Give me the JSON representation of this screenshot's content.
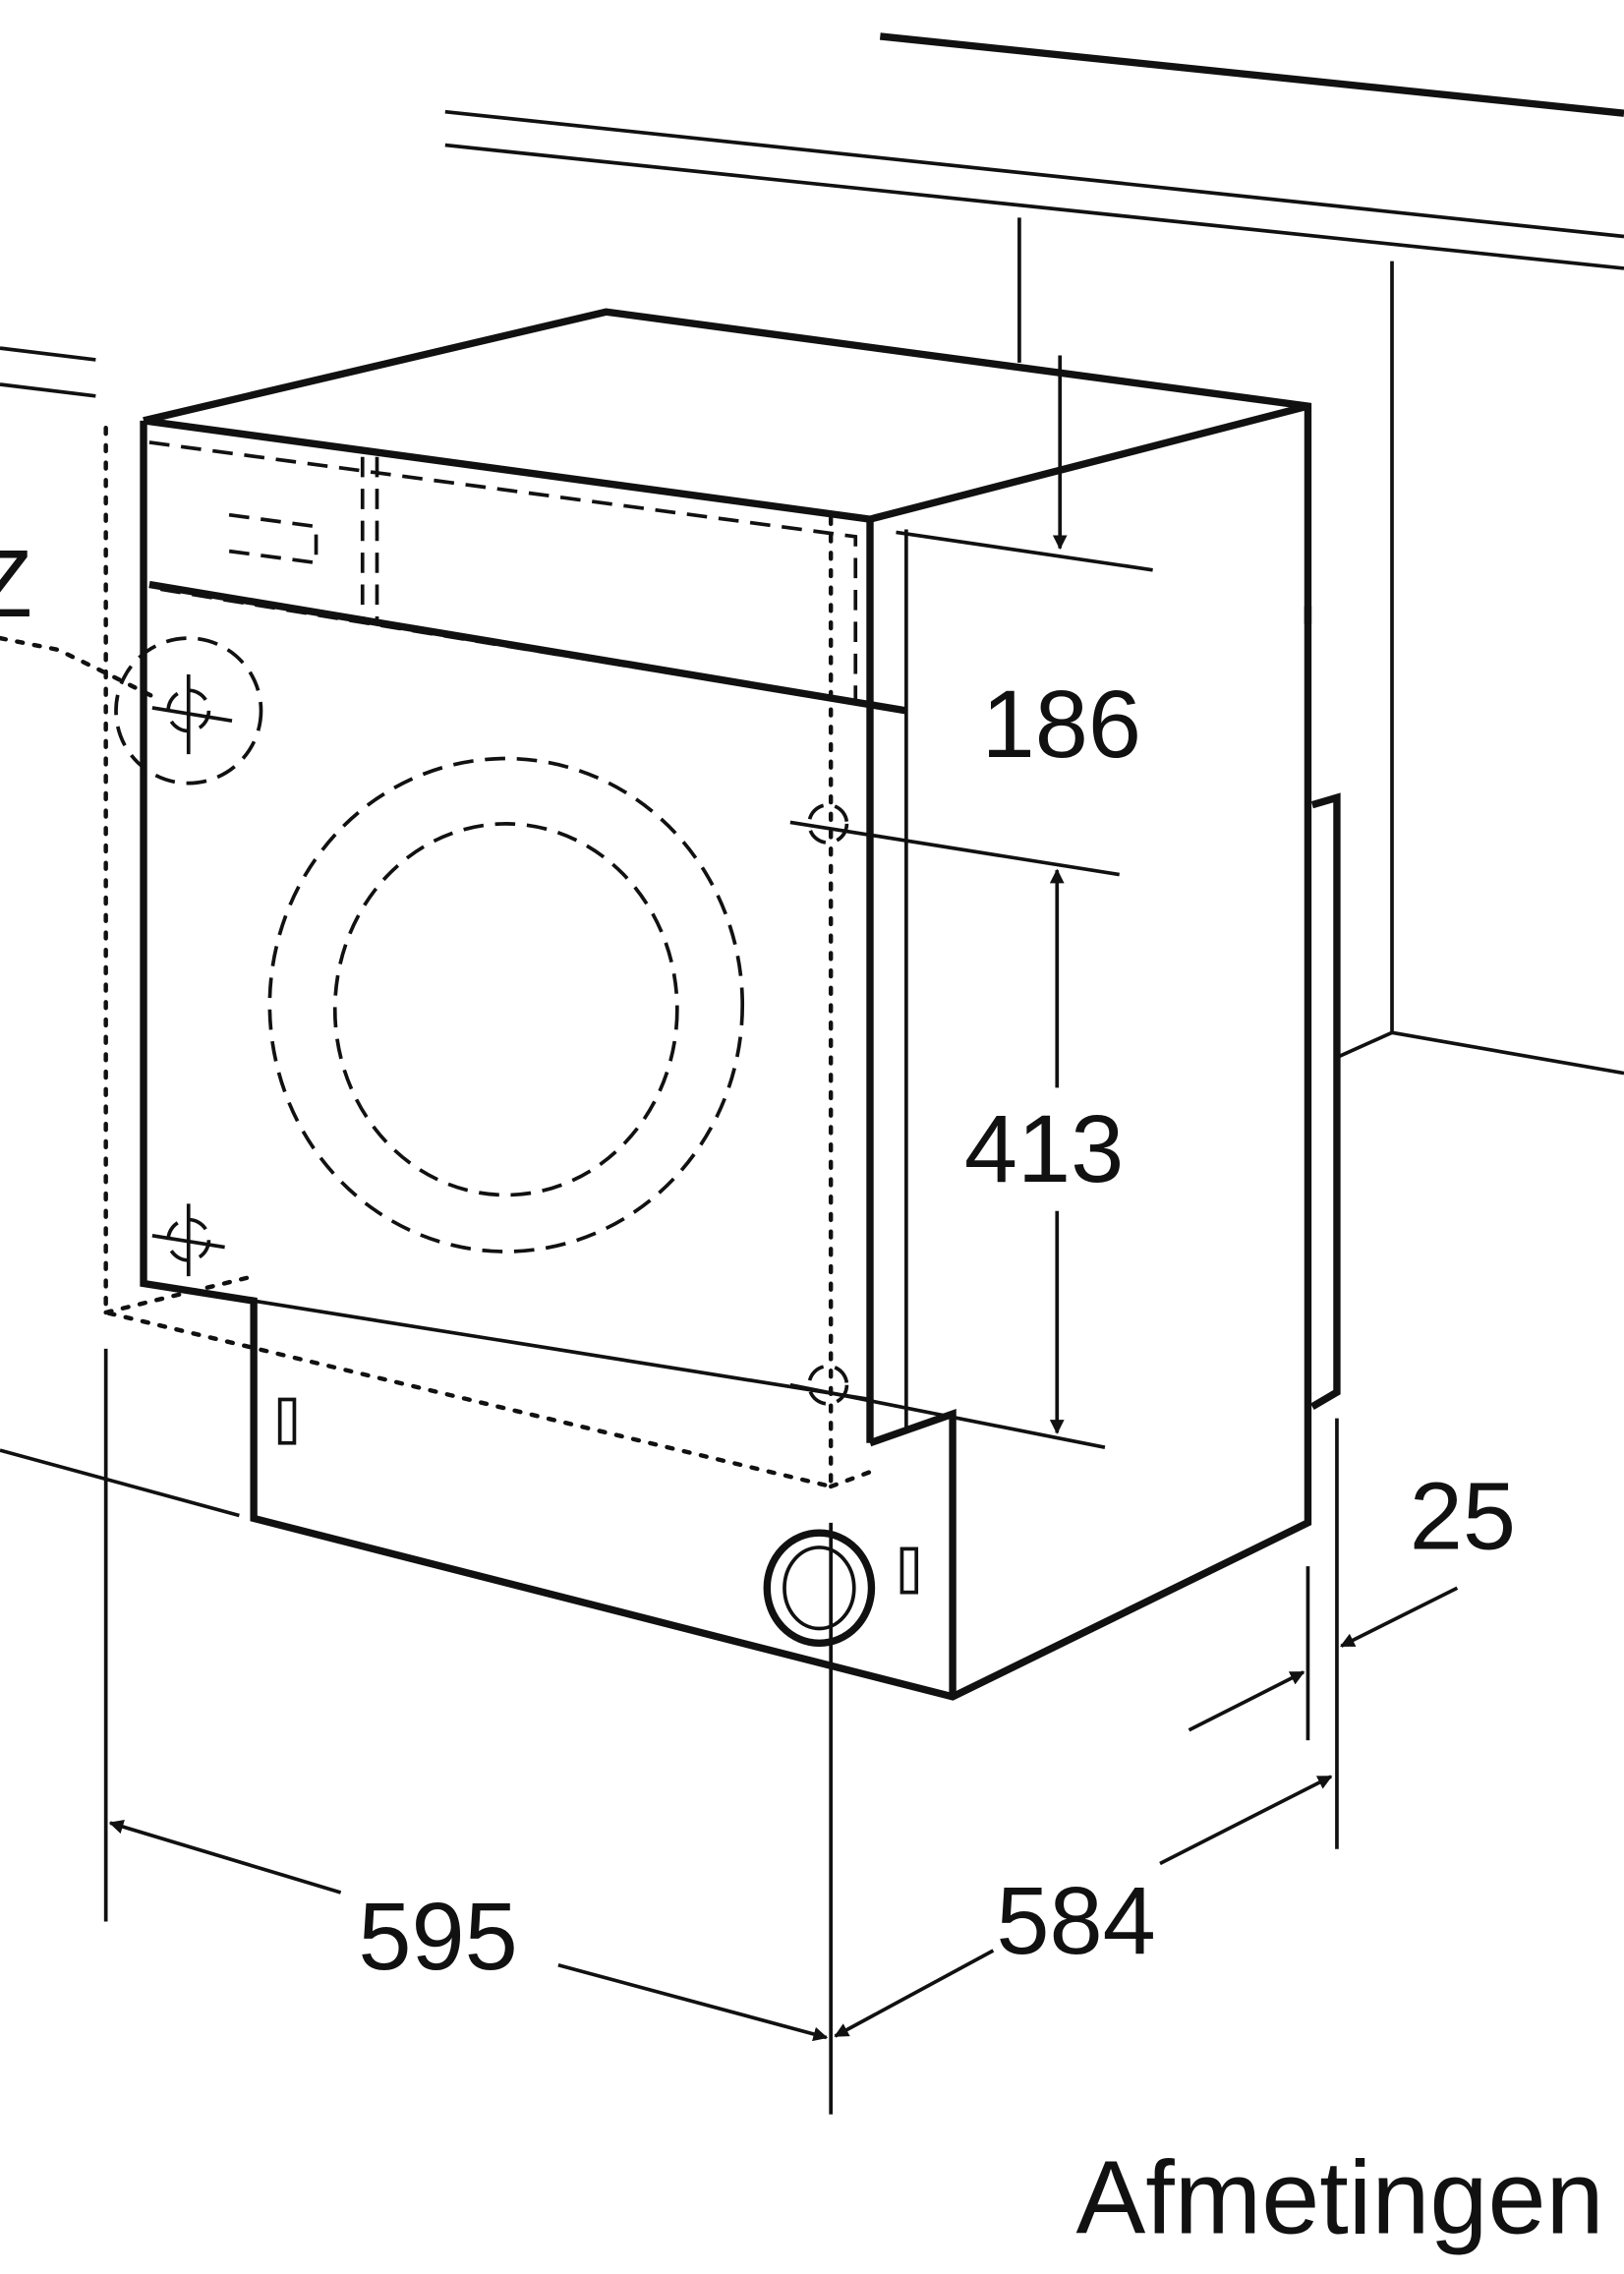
{
  "diagram": {
    "type": "built-in washing machine dimension drawing",
    "caption": "Afmetingen",
    "edge_label": "Z",
    "dimensions": {
      "top_panel_height": "186",
      "door_hinge_distance": "413",
      "door_offset": "25",
      "width": "595",
      "depth": "584"
    },
    "colors": {
      "line": "#111111",
      "background": "#ffffff"
    }
  }
}
